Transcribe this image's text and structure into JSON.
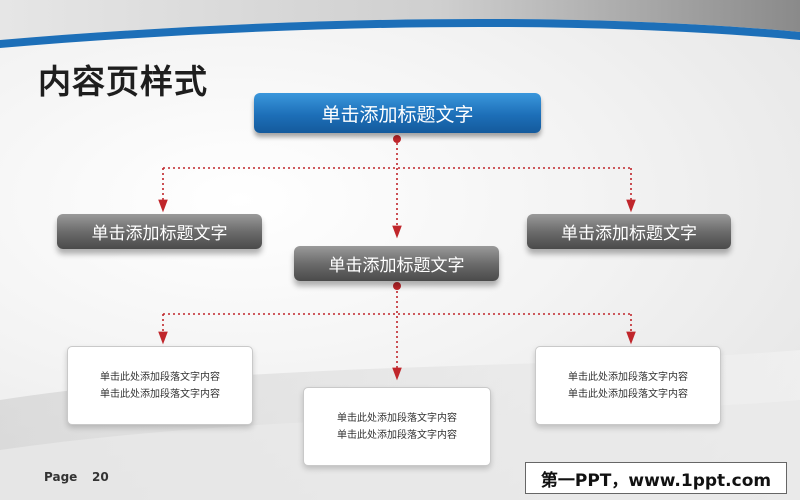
{
  "page_title": "内容页样式",
  "colors": {
    "accent_blue": "#1d6fb8",
    "connector_red": "#c0262b",
    "node_gray": "#5e5e5e"
  },
  "top_box": {
    "label": "单击添加标题文字"
  },
  "sub_boxes": {
    "left": "单击添加标题文字",
    "center": "单击添加标题文字",
    "right": "单击添加标题文字"
  },
  "content_boxes": {
    "left": [
      "单击此处添加段落文字内容",
      "单击此处添加段落文字内容"
    ],
    "center": [
      "单击此处添加段落文字内容",
      "单击此处添加段落文字内容"
    ],
    "right": [
      "单击此处添加段落文字内容",
      "单击此处添加段落文字内容"
    ]
  },
  "footer": {
    "page_label": "Page",
    "page_number": "20",
    "watermark": "第一PPT，www.1ppt.com"
  }
}
